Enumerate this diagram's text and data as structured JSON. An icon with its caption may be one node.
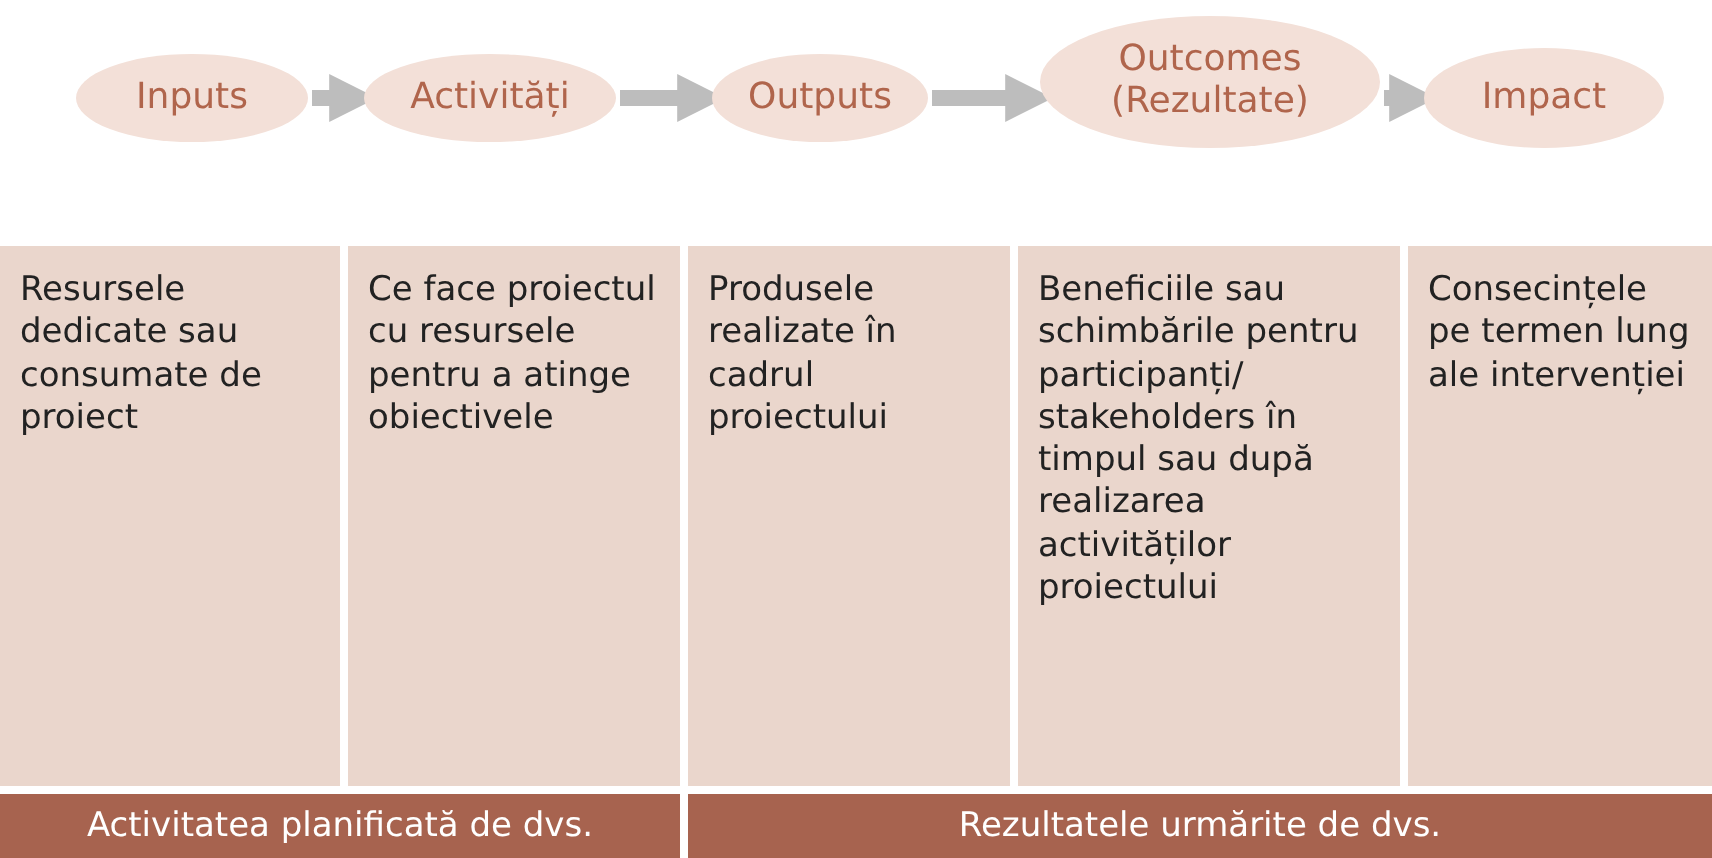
{
  "diagram": {
    "nodes": [
      {
        "text": [
          "Inputs"
        ]
      },
      {
        "text": [
          "Activități"
        ]
      },
      {
        "text": [
          "Outputs"
        ]
      },
      {
        "text": [
          "Outcomes (Rezultate)"
        ]
      },
      {
        "text": [
          "Impact"
        ]
      },
      {
        "text": [
          "Resursele dedicate sau consumate de proiect"
        ]
      },
      {
        "text": [
          "Ce face proiectul cu resursele pentru a atinge obiectivele"
        ]
      },
      {
        "text": [
          "Produsele realizate în cadrul proiectului"
        ]
      },
      {
        "text": [
          "Beneficiile sau schimbările pentru participanți/ stakeholders în timpul sau după realizarea activităților proiectului"
        ]
      },
      {
        "text": [
          "Consecințele pe termen lung ale intervenției"
        ]
      },
      {
        "text": [
          "Activitatea planificată de dvs."
        ]
      },
      {
        "text": [
          "Rezultatele urmărite de dvs."
        ]
      }
    ],
    "edges": [
      {
        "from": 0,
        "to": 1,
        "arrow": "to"
      },
      {
        "from": 1,
        "to": 2,
        "arrow": "to"
      },
      {
        "from": 2,
        "to": 3,
        "arrow": "to"
      },
      {
        "from": 3,
        "to": 4,
        "arrow": "to"
      }
    ]
  }
}
